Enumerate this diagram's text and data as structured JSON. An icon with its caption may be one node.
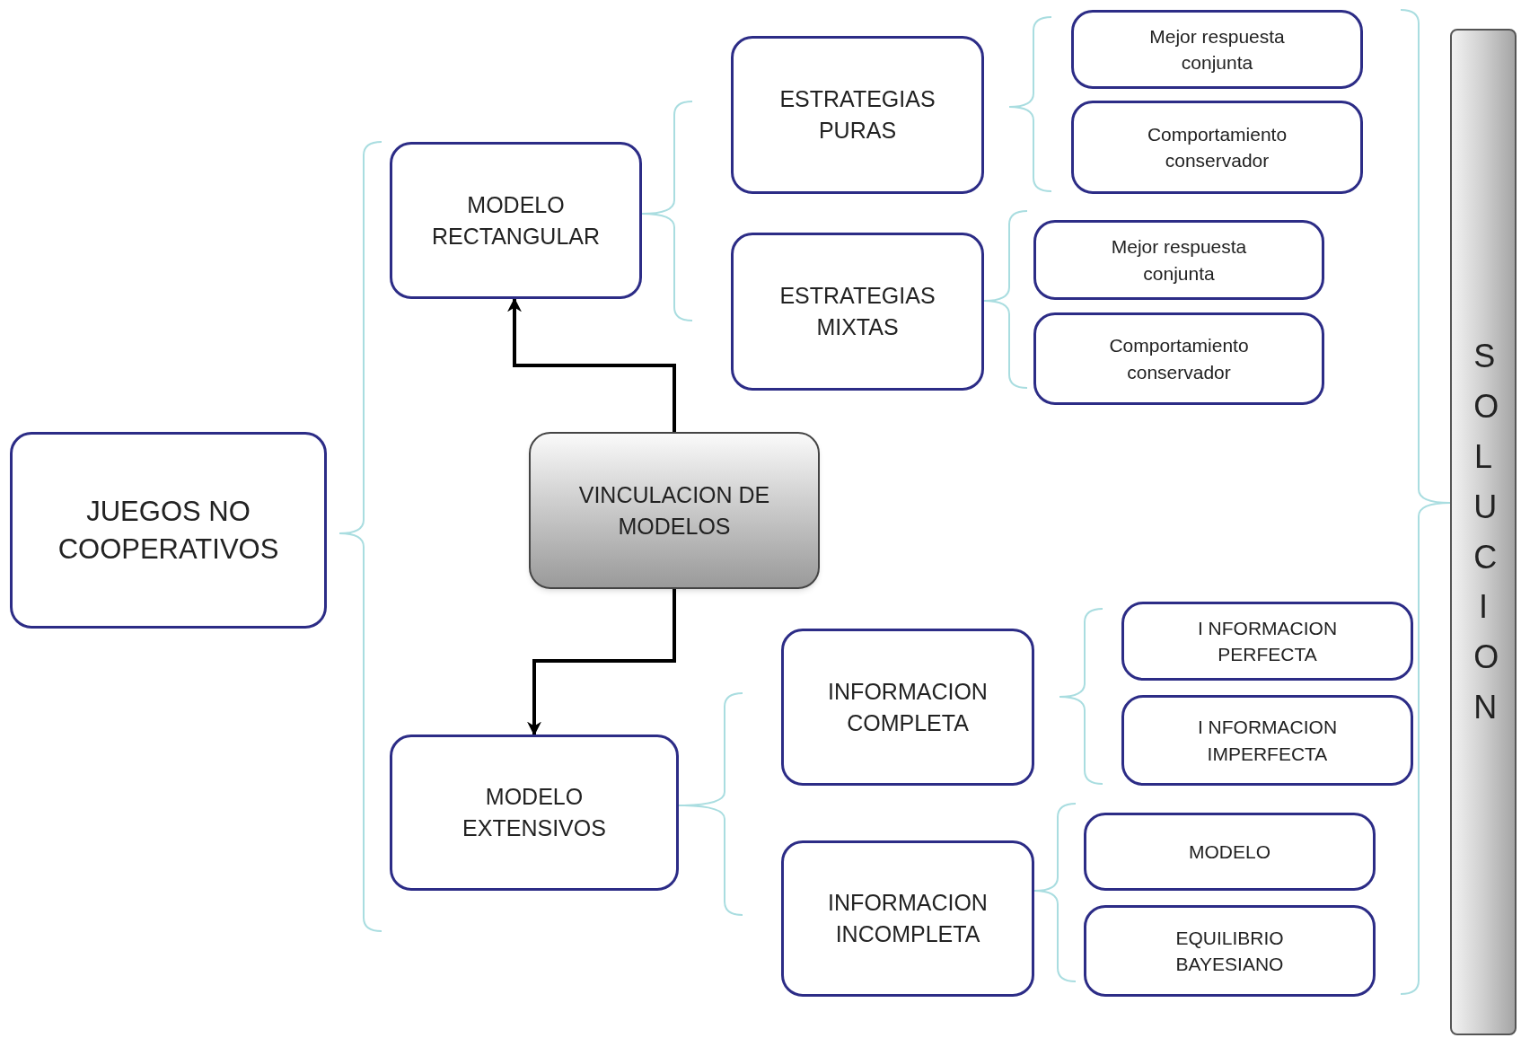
{
  "diagram": {
    "nodes": [
      {
        "text": [
          "JUEGOS NO COOPERATIVOS"
        ]
      },
      {
        "text": [
          "MODELO RECTANGULAR"
        ]
      },
      {
        "text": [
          "VINCULACION DE MODELOS"
        ]
      },
      {
        "text": [
          "MODELO EXTENSIVOS"
        ]
      },
      {
        "text": [
          "ESTRATEGIAS PURAS"
        ]
      },
      {
        "text": [
          "ESTRATEGIAS MIXTAS"
        ]
      },
      {
        "text": [
          "Mejor respuesta conjunta"
        ]
      },
      {
        "text": [
          "Comportamiento conservador"
        ]
      },
      {
        "text": [
          "Mejor respuesta conjunta"
        ]
      },
      {
        "text": [
          "Comportamiento conservador"
        ]
      },
      {
        "text": [
          "INFORMACION COMPLETA"
        ]
      },
      {
        "text": [
          "INFORMACION INCOMPLETA"
        ]
      },
      {
        "text": [
          "I NFORMACION PERFECTA"
        ]
      },
      {
        "text": [
          "I NFORMACION IMPERFECTA"
        ]
      },
      {
        "text": [
          "MODELO"
        ]
      },
      {
        "text": [
          "EQUILIBRIO BAYESIANO"
        ]
      },
      {
        "text": [
          "SOLUCION"
        ]
      }
    ],
    "edges": [
      {
        "from": 2,
        "to": 1,
        "arrow": "to"
      },
      {
        "from": 2,
        "to": 3,
        "arrow": "to"
      }
    ]
  }
}
